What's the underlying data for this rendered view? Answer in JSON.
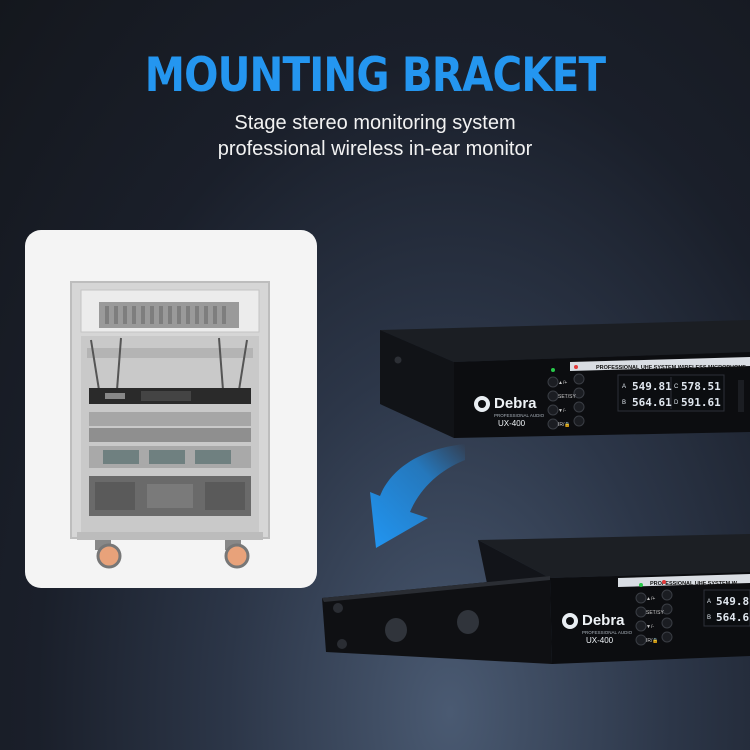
{
  "header": {
    "title": "MOUNTING BRACKET",
    "subtitle_line1": "Stage stereo monitoring system",
    "subtitle_line2": "professional wireless in-ear monitor"
  },
  "device": {
    "brand": "Debra",
    "brand_sub": "PROFESSIONAL AUDIO",
    "model": "UX-400",
    "strip_label_top": "PROFESSIONAL UHF SYSTEM WIRELESS MICROPHONE",
    "strip_label_bottom": "PROFESSIONAL UHF SYSTEM W",
    "btn_up": "▲/+",
    "btn_set": "SET/SY",
    "btn_down": "▼/-",
    "btn_ir": "IR/🔒",
    "lcd": {
      "a": "A",
      "b": "B",
      "c": "C",
      "d": "D",
      "freq_a": "549.81",
      "freq_b": "564.61",
      "freq_c": "578.51",
      "freq_d": "591.61"
    }
  },
  "colors": {
    "accent_blue": "#2496f0",
    "arrow_blue": "#1e8fe8",
    "lcd_bg": "#0b0d10",
    "lcd_text": "#dfe6ee"
  }
}
